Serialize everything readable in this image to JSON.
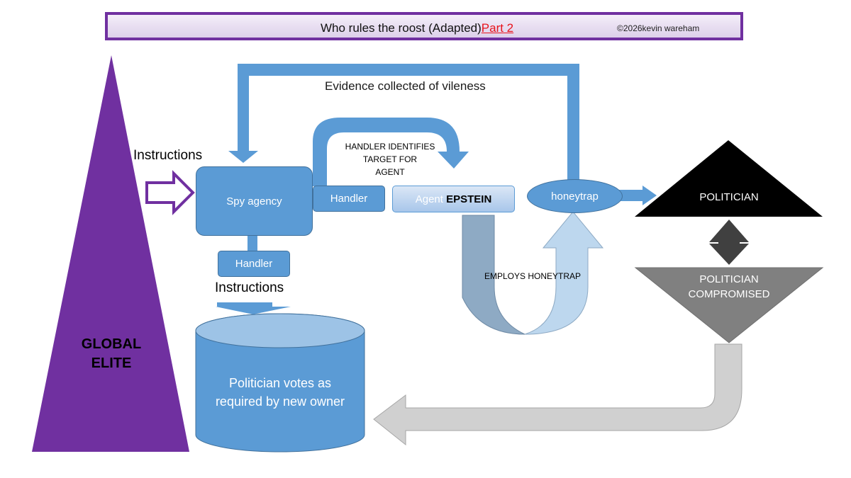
{
  "header": {
    "title": "Who rules the roost  (Adapted)",
    "title_link": "Part 2",
    "copyright": "©2026kevin wareham"
  },
  "global_elite": {
    "line1": "GLOBAL",
    "line2": "ELITE"
  },
  "labels": {
    "instructions_left": "Instructions",
    "instructions_bottom": "Instructions",
    "evidence": "Evidence  collected of vileness",
    "handler_identifies": [
      "HANDLER IDENTIFIES",
      "TARGET FOR",
      "AGENT"
    ],
    "employs_honeytrap": "EMPLOYS HONEYTRAP"
  },
  "nodes": {
    "spy_agency": "Spy agency",
    "handler_right": "Handler",
    "handler_below": "Handler",
    "agent_prefix": "Agent",
    "agent_name": "EPSTEIN",
    "honeytrap": "honeytrap",
    "politician": "POLITICIAN",
    "politician_compromised_1": "POLITICIAN",
    "politician_compromised_2": "COMPROMISED",
    "cylinder_line1": "Politician votes as",
    "cylinder_line2": "required by new owner"
  },
  "colors": {
    "purple": "#7030a0",
    "blue": "#5b9bd5",
    "blue_dark": "#41719c",
    "light_blue": "#bdd7ee",
    "gray_blue": "#8eaac4",
    "black": "#000000",
    "gray": "#7f7f7f",
    "light_gray": "#cccccc",
    "link_red": "#e8141c"
  }
}
